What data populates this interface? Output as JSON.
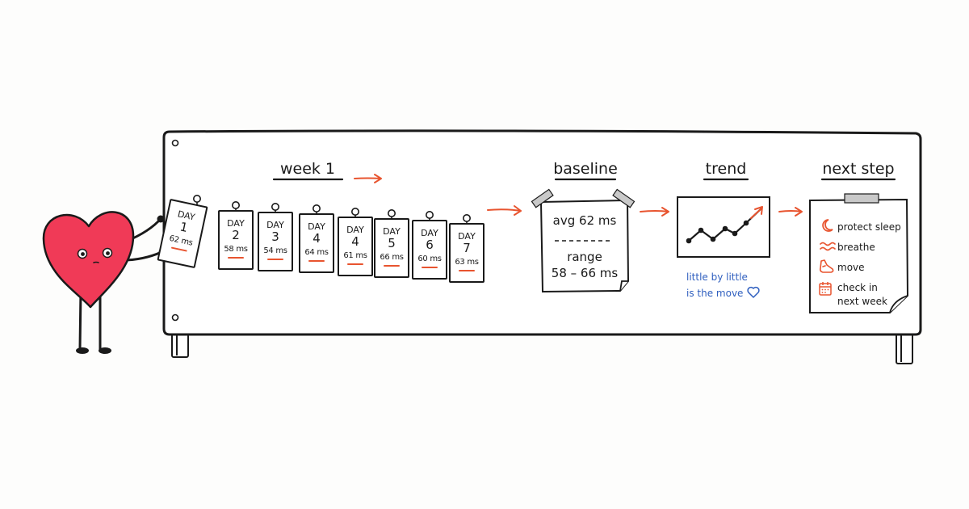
{
  "headings": {
    "week": "week 1",
    "baseline": "baseline",
    "trend": "trend",
    "next": "next step"
  },
  "days": [
    {
      "label": "DAY",
      "num": "1",
      "value": "62 ms"
    },
    {
      "label": "DAY",
      "num": "2",
      "value": "58 ms"
    },
    {
      "label": "DAY",
      "num": "3",
      "value": "54 ms"
    },
    {
      "label": "DAY",
      "num": "4",
      "value": "64 ms"
    },
    {
      "label": "DAY",
      "num": "4",
      "value": "61 ms"
    },
    {
      "label": "DAY",
      "num": "5",
      "value": "66 ms"
    },
    {
      "label": "DAY",
      "num": "6",
      "value": "60 ms"
    },
    {
      "label": "DAY",
      "num": "7",
      "value": "63 ms"
    }
  ],
  "baseline": {
    "avg": "avg 62 ms",
    "range_label": "range",
    "range_value": "58 – 66 ms"
  },
  "trend": {
    "caption_1": "little by little",
    "caption_2": "is the move"
  },
  "next_steps": [
    {
      "icon": "moon-icon",
      "text": "protect sleep"
    },
    {
      "icon": "wave-icon",
      "text": "breathe"
    },
    {
      "icon": "shoe-icon",
      "text": "move"
    },
    {
      "icon": "calendar-icon",
      "text": "check in",
      "text2": "next week"
    }
  ],
  "colors": {
    "accent": "#e8542f",
    "heart": "#f03a57",
    "ink": "#1a1a1a",
    "caption": "#2f5fbf"
  }
}
